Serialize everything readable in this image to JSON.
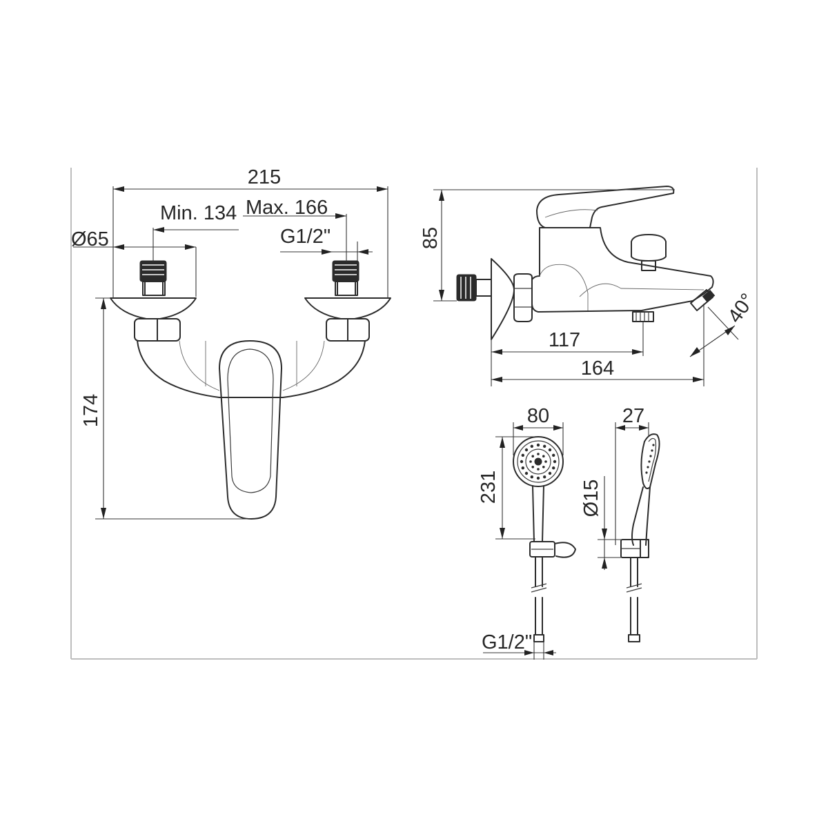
{
  "front_view": {
    "width_overall": "215",
    "min_centers": "Min. 134",
    "max_centers": "Max. 166",
    "flange_diameter": "Ø65",
    "inlet_thread": "G1/2\"",
    "height": "174"
  },
  "side_view": {
    "height_top": "85",
    "outlet_distance": "117",
    "spout_projection": "164",
    "spout_angle": "40°"
  },
  "hand_shower_front": {
    "head_diameter": "80",
    "length": "231",
    "hose_thread": "G1/2\""
  },
  "hand_shower_side": {
    "head_depth": "27",
    "handle_diameter": "Ø15"
  },
  "colors": {
    "line": "#2b2b2b",
    "frame": "#bdbdbd",
    "background": "#ffffff"
  }
}
